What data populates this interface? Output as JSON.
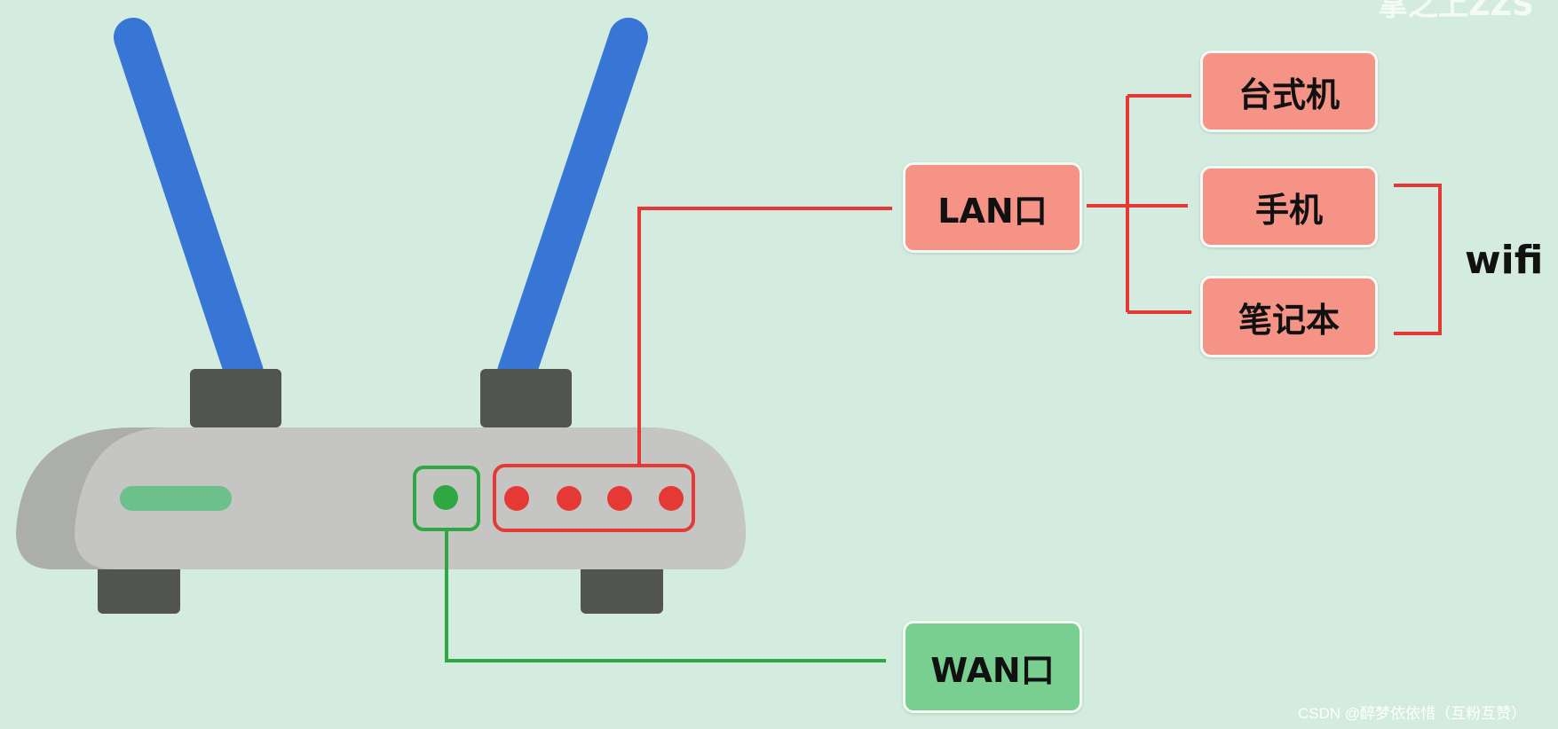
{
  "watermark_top": "掌之上ZZS",
  "watermark_bottom": "CSDN @醉梦依依惜（互粉互赞）",
  "ports": {
    "lan_label": "LAN口",
    "wan_label": "WAN口"
  },
  "devices": {
    "desktop": "台式机",
    "phone": "手机",
    "laptop": "笔记本"
  },
  "wifi_label": "wifi",
  "colors": {
    "background": "#d4ecdf",
    "antenna": "#3776d4",
    "router_body": "#c5c5c3",
    "router_dark": "#525452",
    "lan_accent": "#e53935",
    "wan_accent": "#2fa844",
    "red_box": "#f59386",
    "green_box": "#79cf8f"
  }
}
